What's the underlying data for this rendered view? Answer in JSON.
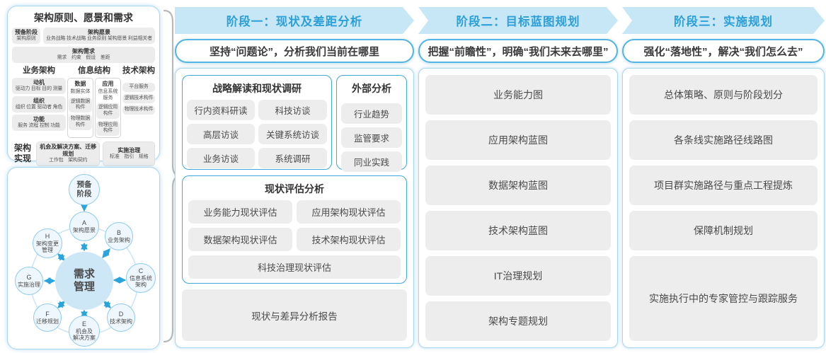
{
  "colors": {
    "band_bg": "#c7e7f7",
    "band_text": "#2d9fd8",
    "group_border": "#3fa8dc",
    "panel_border": "#a9d7ef",
    "item_gray": "#ededed",
    "arrow_blue": "#2aa4dc",
    "brace_gray": "#b8b8b8"
  },
  "ltp": {
    "title": "架构原则、愿景和需求",
    "prep": {
      "title": "预备阶段",
      "sub": "架构原则"
    },
    "vision": {
      "title": "架构愿景",
      "sub": "业务战略 技术战略 业务原则 架构愿景 利益相关者"
    },
    "requirement": {
      "title": "架构需求",
      "sub": "需求　约束　假设　差距"
    },
    "business": {
      "header": "业务架构",
      "items": [
        {
          "title": "动机",
          "sub": "驱动力 目标 目的 测量"
        },
        {
          "title": "组织",
          "sub": "组织 位置 驱动者 角色"
        },
        {
          "title": "功能",
          "sub": "服务 流程 控制 功能"
        }
      ]
    },
    "information": {
      "header": "信息结构",
      "data_col": {
        "title": "数据",
        "item0": "数据实体",
        "item1": "逻辑数据构件",
        "item2": "物理数据构件"
      },
      "app_col": {
        "title": "应用",
        "item0": "信息系统服务",
        "item1": "逻辑应用构件",
        "item2": "物理应用构件"
      }
    },
    "technology": {
      "header": "技术架构",
      "item0": "平台服务",
      "item1": "逻辑技术构件",
      "item2": "物理技术构件"
    },
    "implementation": {
      "label": "架构\n实现",
      "box0": {
        "title": "机会及解决方案、迁移规划",
        "sub": "工作包　架构契约"
      },
      "box1": {
        "title": "实施治理",
        "sub": "标准　指引　规格"
      }
    }
  },
  "adm": {
    "prep": "预备\n阶段",
    "center": "需求\n管理",
    "a": {
      "letter": "A",
      "label": "架构愿景"
    },
    "b": {
      "letter": "B",
      "label": "业务架构"
    },
    "c": {
      "letter": "C",
      "label": "信息系统\n架构"
    },
    "d": {
      "letter": "D",
      "label": "技术架构"
    },
    "e": {
      "letter": "E",
      "label": "机会及\n解决方案"
    },
    "f": {
      "letter": "F",
      "label": "迁移规划"
    },
    "g": {
      "letter": "G",
      "label": "实施治理"
    },
    "h": {
      "letter": "H",
      "label": "架构变更\n管理"
    }
  },
  "phase1": {
    "header": "阶段一：现状及差距分析",
    "subtitle": "坚持“问题论”，分析我们当前在哪里",
    "group1": {
      "title": "战略解读和现状调研",
      "item0": "行内资料研读",
      "item1": "科技访谈",
      "item2": "高层访谈",
      "item3": "关键系统访谈",
      "item4": "业务访谈",
      "item5": "系统调研"
    },
    "group2": {
      "title": "外部分析",
      "item0": "行业趋势",
      "item1": "监管要求",
      "item2": "同业实践"
    },
    "group3": {
      "title": "现状评估分析",
      "item0": "业务能力现状评估",
      "item1": "应用架构现状评估",
      "item2": "数据架构现状评估",
      "item3": "技术架构现状评估",
      "item4": "科技治理现状评估"
    },
    "report": "现状与差异分析报告"
  },
  "phase2": {
    "header": "阶段二：目标蓝图规划",
    "subtitle": "把握“前瞻性”，明确“我们未来去哪里”",
    "item0": "业务能力图",
    "item1": "应用架构蓝图",
    "item2": "数据架构蓝图",
    "item3": "技术架构蓝图",
    "item4": "IT治理规划",
    "item5": "架构专题规划"
  },
  "phase3": {
    "header": "阶段三：实施规划",
    "subtitle": "强化“落地性”，解决“我们怎么去”",
    "item0": "总体策略、原则与阶段划分",
    "item1": "各条线实施路径线路图",
    "item2": "项目群实施路径与重点工程提炼",
    "item3": "保障机制规划",
    "item4": "实施执行中的专家管控与跟踪服务"
  }
}
